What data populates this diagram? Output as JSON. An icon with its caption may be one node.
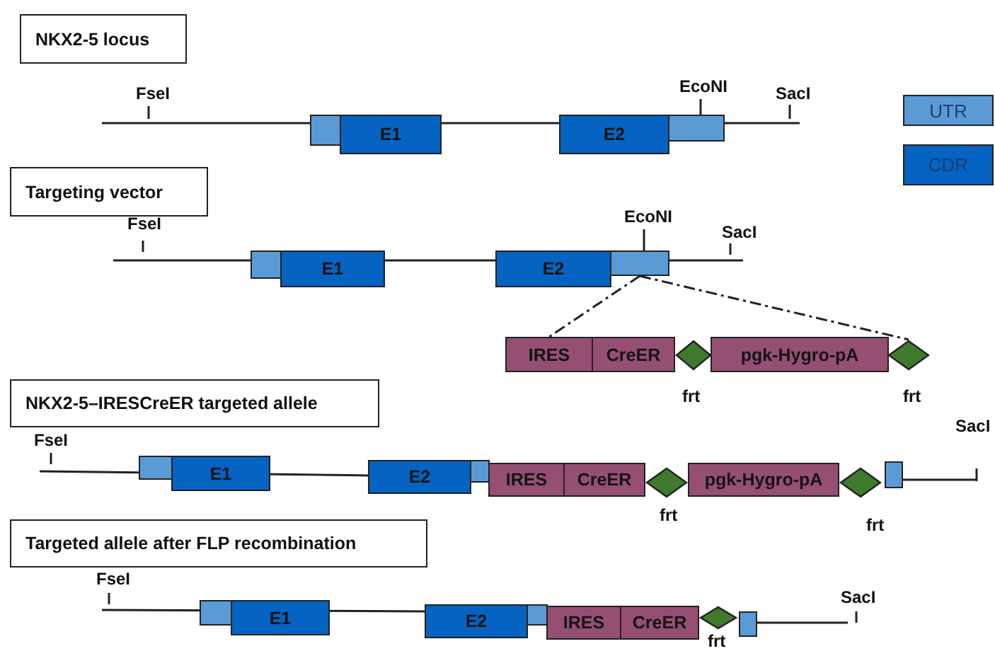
{
  "diagram": {
    "nodes": [
      {
        "text": [
          "NKX2-5 locus"
        ]
      },
      {
        "text": [],
        "shape": "box"
      },
      {
        "text": [
          "E1"
        ]
      },
      {
        "text": [
          "E2"
        ]
      },
      {
        "text": [],
        "shape": "box"
      },
      {
        "text": [
          "Targeting vector"
        ]
      },
      {
        "text": [],
        "shape": "box"
      },
      {
        "text": [
          "E1"
        ]
      },
      {
        "text": [
          "E2"
        ]
      },
      {
        "text": [],
        "shape": "box"
      },
      {
        "text": [
          "IRES"
        ]
      },
      {
        "text": [
          "CreER"
        ]
      },
      {
        "text": [],
        "shape": "diamond",
        "beside": [
          "frt"
        ]
      },
      {
        "text": [
          "pgk-Hygro-pA"
        ]
      },
      {
        "text": [],
        "shape": "diamond",
        "beside": [
          "frt"
        ]
      },
      {
        "text": [
          "NKX2-5–IRESCreER targeted allele"
        ]
      },
      {
        "text": [],
        "shape": "box"
      },
      {
        "text": [
          "E1"
        ]
      },
      {
        "text": [
          "E2"
        ]
      },
      {
        "text": [],
        "shape": "box"
      },
      {
        "text": [
          "IRES"
        ]
      },
      {
        "text": [
          "CreER"
        ]
      },
      {
        "text": [],
        "shape": "diamond",
        "beside": [
          "frt"
        ]
      },
      {
        "text": [
          "pgk-Hygro-pA"
        ]
      },
      {
        "text": [],
        "shape": "diamond",
        "beside": [
          "frt"
        ]
      },
      {
        "text": [],
        "shape": "box"
      },
      {
        "text": [
          "Targeted allele after FLP recombination"
        ]
      },
      {
        "text": [],
        "shape": "box"
      },
      {
        "text": [
          "E1"
        ]
      },
      {
        "text": [
          "E2"
        ]
      },
      {
        "text": [],
        "shape": "box"
      },
      {
        "text": [
          "IRES"
        ]
      },
      {
        "text": [
          "CreER"
        ]
      },
      {
        "text": [],
        "shape": "diamond",
        "beside": [
          "frt"
        ]
      },
      {
        "text": [],
        "shape": "box"
      },
      {
        "text": [
          "EcoNI"
        ]
      },
      {
        "text": [
          "EcoNI"
        ]
      }
    ],
    "edges": [
      {
        "from": 9,
        "to": 10,
        "arrow": "none",
        "style": "dashed"
      },
      {
        "from": 9,
        "to": 14,
        "arrow": "none",
        "style": "dashed"
      },
      {
        "from": 35,
        "to": 4,
        "arrow": "none"
      },
      {
        "from": 36,
        "to": 9,
        "arrow": "none"
      }
    ],
    "labels": [
      "FseI",
      "SacI",
      "FseI",
      "SacI",
      "FseI",
      "SacI",
      "FseI",
      "SacI"
    ],
    "legend": [
      {
        "text": "UTR",
        "color": "#5b9bd5"
      },
      {
        "text": "CDR",
        "color": "#0563c1"
      }
    ]
  }
}
